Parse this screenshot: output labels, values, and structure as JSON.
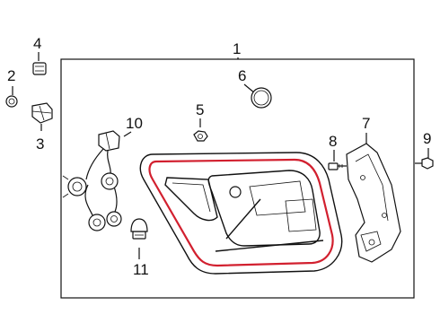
{
  "diagram": {
    "colors": {
      "line": "#111111",
      "housing_accent": "#d2202f",
      "background": "#ffffff"
    },
    "callouts": {
      "c1": "1",
      "c2": "2",
      "c3": "3",
      "c4": "4",
      "c5": "5",
      "c6": "6",
      "c7": "7",
      "c8": "8",
      "c9": "9",
      "c10": "10",
      "c11": "11"
    }
  }
}
